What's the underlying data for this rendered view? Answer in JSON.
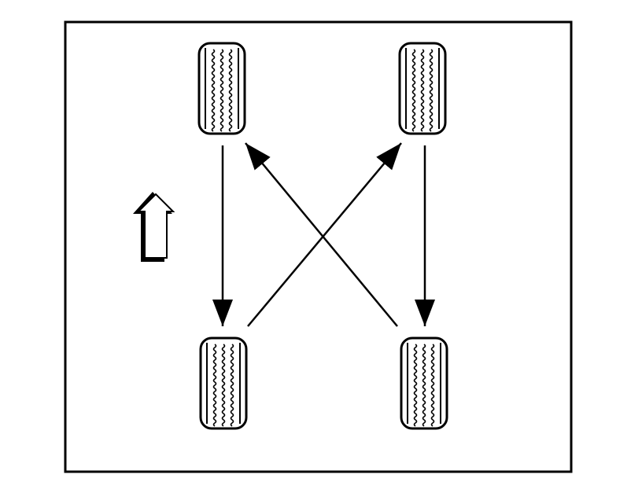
{
  "diagram": {
    "kind": "tire-rotation",
    "colors": {
      "background": "#ffffff",
      "ink": "#000000"
    },
    "tires": [
      {
        "id": "front-left",
        "icon": "tire-icon"
      },
      {
        "id": "front-right",
        "icon": "tire-icon"
      },
      {
        "id": "rear-left",
        "icon": "tire-icon"
      },
      {
        "id": "rear-right",
        "icon": "tire-icon"
      }
    ],
    "moves": [
      {
        "from": "front-left",
        "to": "rear-left"
      },
      {
        "from": "front-right",
        "to": "rear-right"
      },
      {
        "from": "rear-left",
        "to": "front-right"
      },
      {
        "from": "rear-right",
        "to": "front-left"
      }
    ],
    "direction_indicator": {
      "icon": "forward-arrow-icon",
      "direction": "up"
    }
  }
}
